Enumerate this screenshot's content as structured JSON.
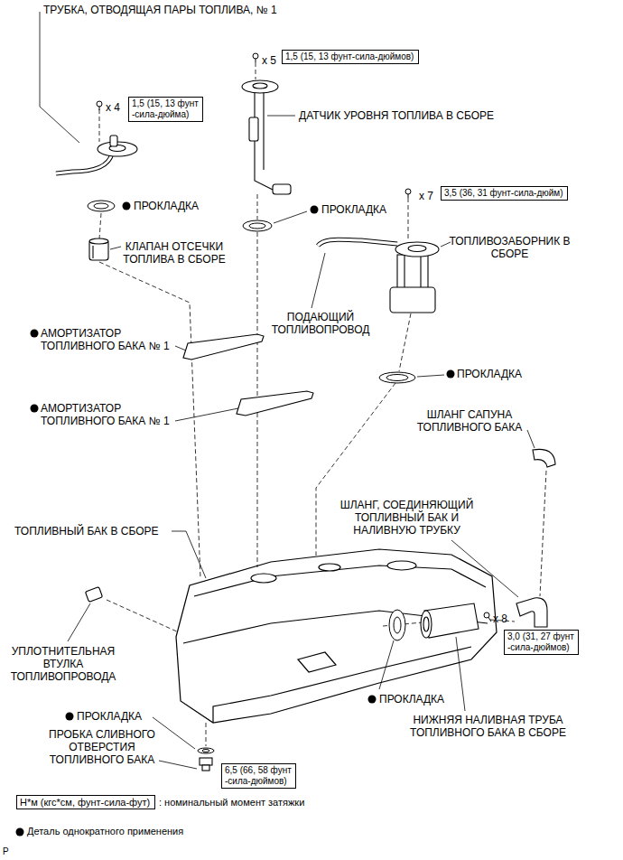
{
  "diagram": {
    "nodes": [
      {
        "text": [
          "1,5 (15, 13 фунт-сила-дюймов)"
        ]
      },
      {
        "text": [
          "1,5 (15, 13 фунт -сила-дюйма)"
        ]
      },
      {
        "text": [
          "3,5 (36, 31 фунт-сила-дюйм)"
        ]
      },
      {
        "text": [
          "3,0 (31, 27 фунт -сила-дюймов)"
        ]
      },
      {
        "text": [
          "6,5 (66, 58 фунт -сила-дюймов)"
        ]
      },
      {
        "text": [
          "Н*м (кгс*см, фунт-сила-фут)"
        ]
      }
    ],
    "labels": [
      "ТРУБКА, ОТВОДЯЩАЯ ПАРЫ ТОПЛИВА, № 1",
      "x 5",
      "x 4",
      "ДАТЧИК УРОВНЯ ТОПЛИВА В СБОРЕ",
      "ПРОКЛАДКА",
      "ПРОКЛАДКА",
      "x 7",
      "КЛАПАН ОТСЕЧКИ ТОПЛИВА В СБОРЕ",
      "ТОПЛИВОЗАБОРНИК В СБОРЕ",
      "ПОДАЮЩИЙ ТОПЛИВОПРОВОД",
      "АМОРТИЗАТОР ТОПЛИВНОГО БАКА № 1",
      "АМОРТИЗАТОР ТОПЛИВНОГО БАКА № 1",
      "ПРОКЛАДКА",
      "ШЛАНГ САПУНА ТОПЛИВНОГО БАКА",
      "ТОПЛИВНЫЙ БАК В СБОРЕ",
      "ШЛАНГ, СОЕДИНЯЮЩИЙ ТОПЛИВНЫЙ БАК И НАЛИВНУЮ ТРУБКУ",
      "x 8",
      "УПЛОТНИТЕЛЬНАЯ ВТУЛКА ТОПЛИВОПРОВОДА",
      "ПРОКЛАДКА",
      "НИЖНЯЯ НАЛИВНАЯ ТРУБА ТОПЛИВНОГО БАКА В СБОРЕ",
      "ПРОКЛАДКА",
      "ПРОБКА СЛИВНОГО ОТВЕРСТИЯ ТОПЛИВНОГО БАКА",
      "P"
    ],
    "legend": [
      {
        "text": ": номинальный момент затяжки"
      },
      {
        "text": "Деталь однократного применения"
      }
    ]
  }
}
